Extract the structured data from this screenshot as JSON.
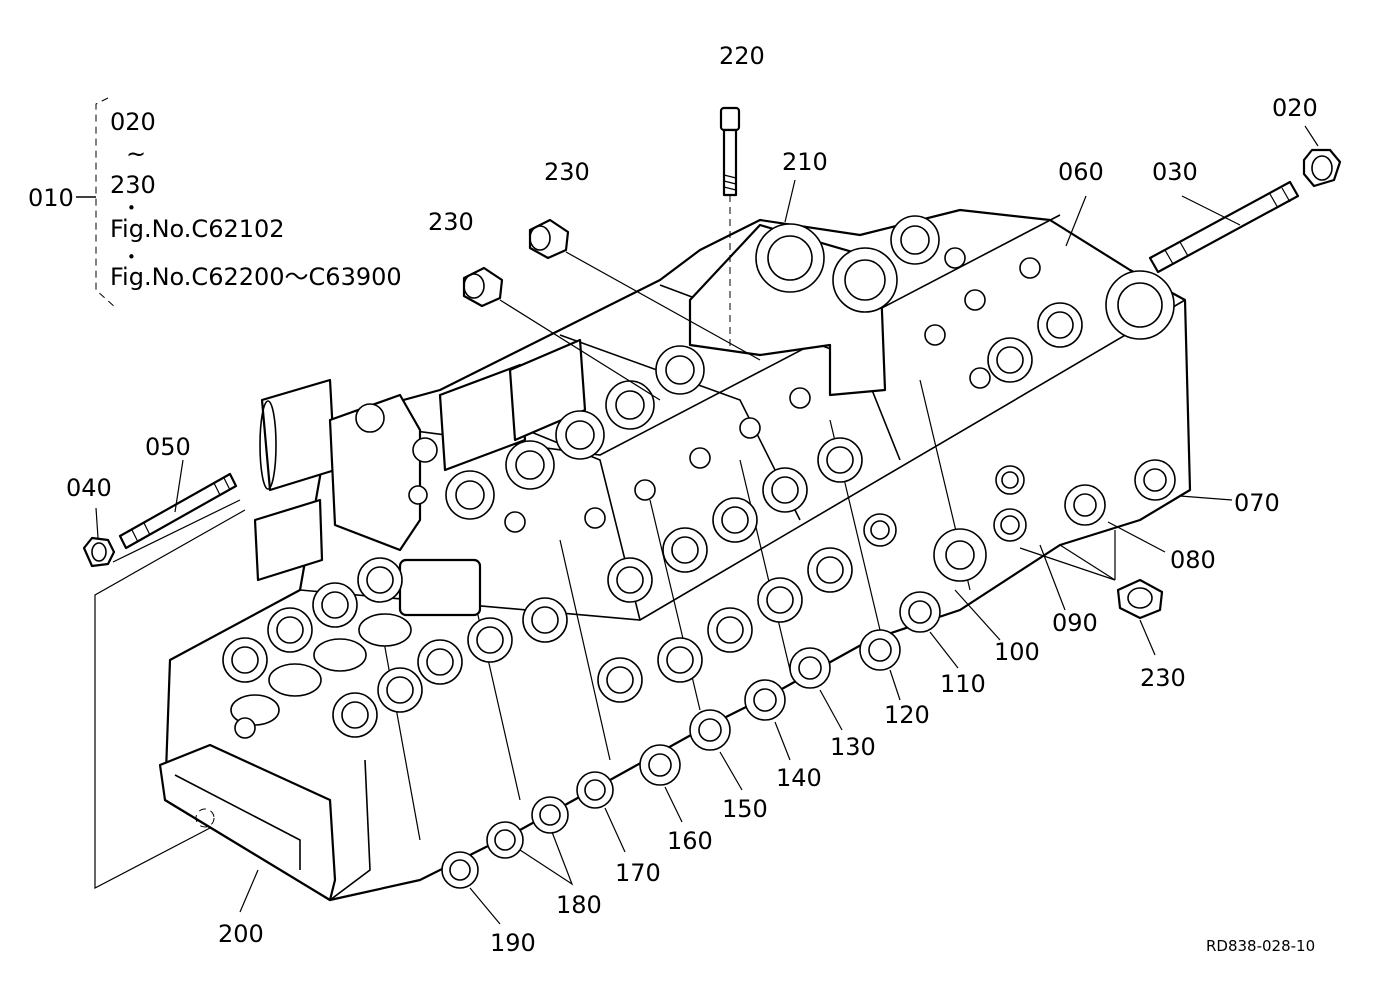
{
  "assembly": {
    "number": "010",
    "range_start": "020",
    "range_tilde": "~",
    "range_end": "230",
    "dot": "•",
    "fig_ref_1": "Fig.No.C62102",
    "fig_ref_2": "Fig.No.C62200～C63900"
  },
  "parts": [
    {
      "id": "p220",
      "label": "220"
    },
    {
      "id": "p020",
      "label": "020"
    },
    {
      "id": "p210",
      "label": "210"
    },
    {
      "id": "p230a",
      "label": "230"
    },
    {
      "id": "p230b",
      "label": "230"
    },
    {
      "id": "p060",
      "label": "060"
    },
    {
      "id": "p030",
      "label": "030"
    },
    {
      "id": "p050",
      "label": "050"
    },
    {
      "id": "p040",
      "label": "040"
    },
    {
      "id": "p070",
      "label": "070"
    },
    {
      "id": "p080",
      "label": "080"
    },
    {
      "id": "p090",
      "label": "090"
    },
    {
      "id": "p100",
      "label": "100"
    },
    {
      "id": "p230c",
      "label": "230"
    },
    {
      "id": "p110",
      "label": "110"
    },
    {
      "id": "p120",
      "label": "120"
    },
    {
      "id": "p130",
      "label": "130"
    },
    {
      "id": "p140",
      "label": "140"
    },
    {
      "id": "p150",
      "label": "150"
    },
    {
      "id": "p160",
      "label": "160"
    },
    {
      "id": "p170",
      "label": "170"
    },
    {
      "id": "p180",
      "label": "180"
    },
    {
      "id": "p190",
      "label": "190"
    },
    {
      "id": "p200",
      "label": "200"
    }
  ],
  "drawing_ref": "RD838-028-10"
}
